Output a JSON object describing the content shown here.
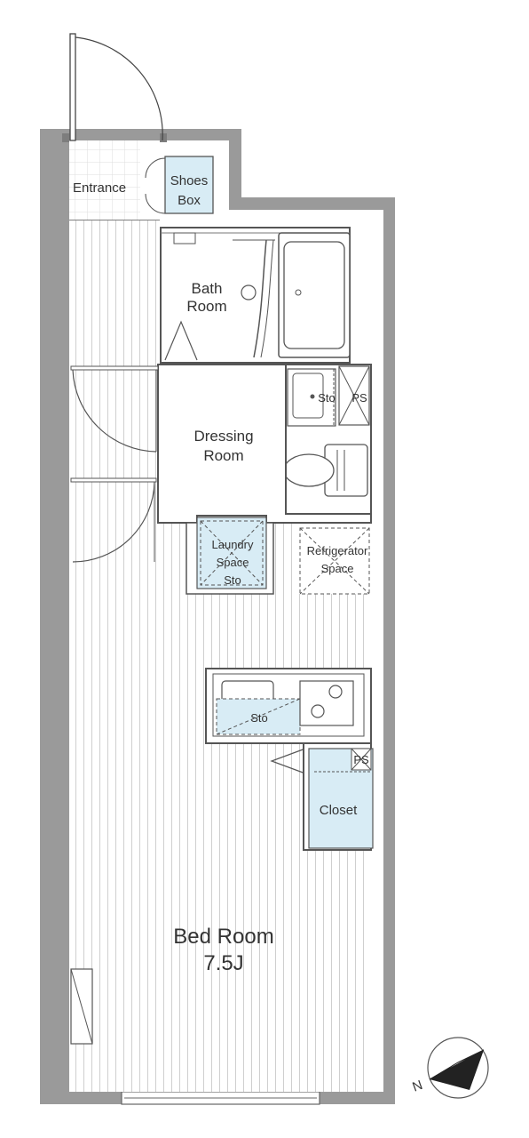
{
  "colors": {
    "wall": "#9a9a9a",
    "wall_dark": "#7d7d7d",
    "line": "#555555",
    "floor_stripe": "#cfcfcf",
    "storage_fill": "#d8ecf5",
    "text": "#333333"
  },
  "rooms": {
    "entrance": "Entrance",
    "shoes_box_line1": "Shoes",
    "shoes_box_line2": "Box",
    "bath_room_line1": "Bath",
    "bath_room_line2": "Room",
    "dressing_room_line1": "Dressing",
    "dressing_room_line2": "Room",
    "laundry_line1": "Laundry",
    "laundry_line2": "Space",
    "laundry_line3": "Sto",
    "refrigerator_line1": "Refrigerator",
    "refrigerator_line2": "Space",
    "sto_toilet": "Sto",
    "ps_upper": "PS",
    "kitchen_sto": "Sto",
    "ps_lower": "PS",
    "closet": "Closet",
    "bed_room": "Bed Room",
    "bed_room_size": "7.5J"
  },
  "compass": {
    "north_label": "N",
    "icon": "north-arrow-icon"
  }
}
